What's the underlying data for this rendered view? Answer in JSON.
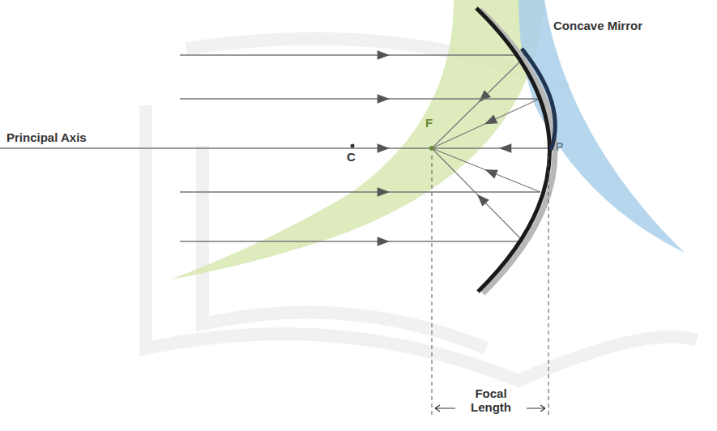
{
  "diagram": {
    "labels": [
      "Concave Mirror",
      "Principal Axis",
      "C",
      "F",
      "P",
      "Focal Length"
    ]
  }
}
